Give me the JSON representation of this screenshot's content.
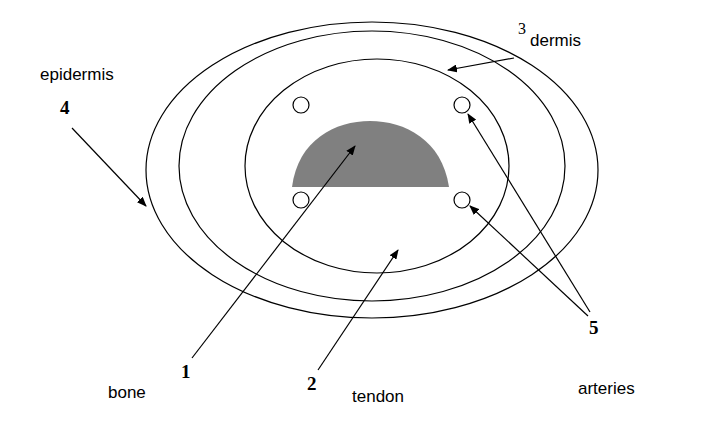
{
  "diagram": {
    "labels": [
      "epidermis",
      "4",
      "3",
      "dermis",
      "bone",
      "1",
      "2",
      "tendon",
      "arteries",
      "5"
    ]
  }
}
